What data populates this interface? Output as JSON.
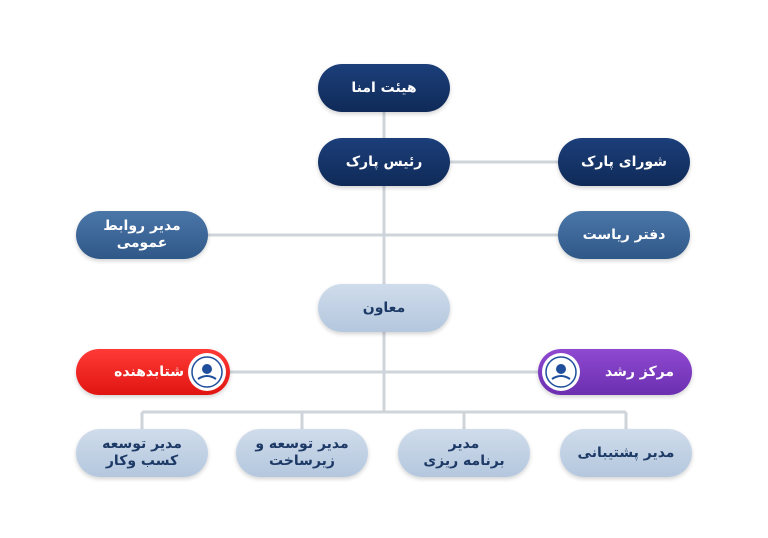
{
  "colors": {
    "dark": "#0f2a58",
    "mid": "#2f5888",
    "light": "#cfdceb",
    "accent_red": "#e01512",
    "accent_purple": "#6b2fb0",
    "connector": "#cfd4da",
    "logo": "#1f4e9c"
  },
  "nodes": {
    "board_of_trustees": "هیئت امنا",
    "park_president": "رئیس پارک",
    "park_council": "شورای پارک",
    "public_relations": "مدیر روابط\nعمومی",
    "presidential_office": "دفتر ریاست",
    "deputy": "معاون",
    "accelerator": "شتابدهنده",
    "growth_center": "مرکز رشد",
    "business_development": "مدیر توسعه\nکسب وکار",
    "infrastructure_development": "مدیر توسعه و\nزیرساخت",
    "planning": "مدیر\nبرنامه ریزی",
    "support": "مدیر پشتیبانی"
  },
  "icons": {
    "accelerator_logo": "university-logo-icon",
    "growth_center_logo": "university-logo-icon"
  }
}
